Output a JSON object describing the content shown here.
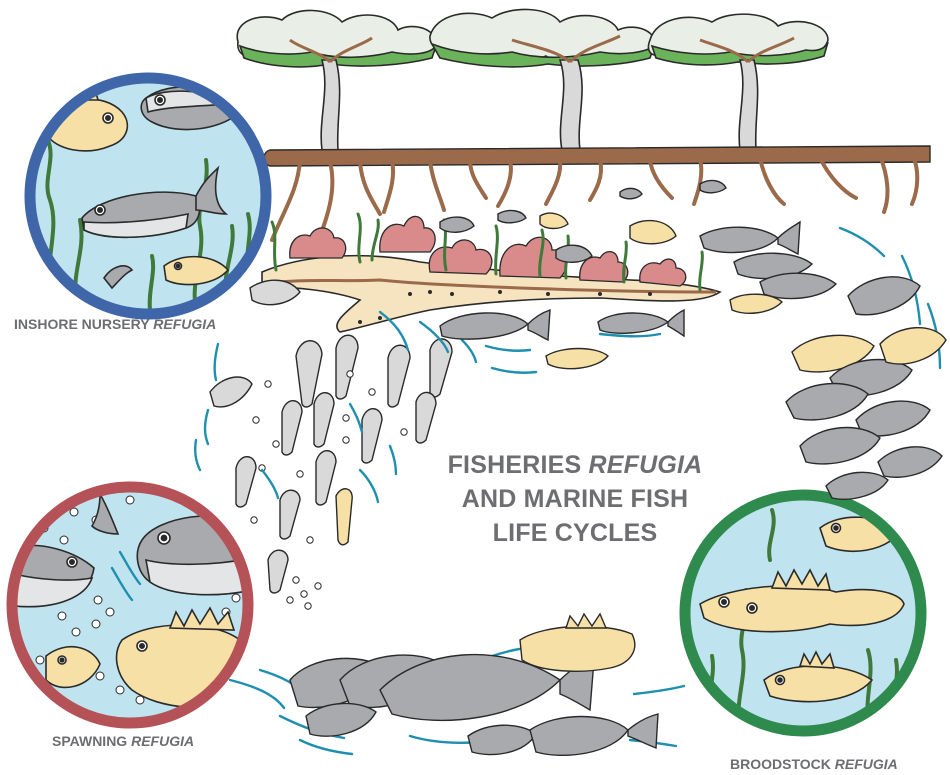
{
  "title": {
    "line1_a": "FISHERIES ",
    "line1_b": "REFUGIA",
    "line2": "AND MARINE FISH",
    "line3": "LIFE CYCLES"
  },
  "captions": {
    "inshore_a": "INSHORE NURSERY ",
    "inshore_b": "REFUGIA",
    "spawning_a": "SPAWNING ",
    "spawning_b": "REFUGIA",
    "broodstock_a": "BROODSTOCK ",
    "broodstock_b": "REFUGIA"
  },
  "colors": {
    "text": "#6d6e71",
    "water": "#bfe4ef",
    "inshore_ring": "#3f66a8",
    "spawning_ring": "#b45258",
    "broodstock_ring": "#2f8a4e",
    "mangrove_leaf": "#6bb35a",
    "mangrove_trunk": "#9b6a4a",
    "sand": "#f6e3bf",
    "coral": "#d98b8b",
    "seagrass": "#3f7a3a",
    "fish_grey": "#a9aaad",
    "fish_cream": "#f7e0a6",
    "swirl": "#1f8fb0"
  }
}
